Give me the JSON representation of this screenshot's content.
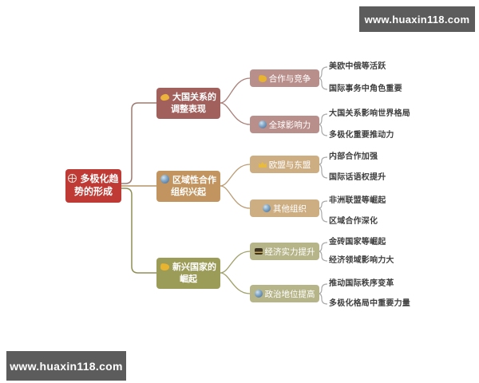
{
  "watermark": "www.huaxin118.com",
  "root": {
    "label": "多极化趋\n势的形成",
    "icon": "globe-grid",
    "color": "#bf3a34"
  },
  "connector_colors": {
    "branch1": "#9b7a70",
    "branch2": "#b59364",
    "branch3": "#8f8f55",
    "leaf_brace": "#a9a9a9"
  },
  "branches": [
    {
      "label": "大国关系的\n调整表现",
      "icon": "handshake",
      "color": "#a2605d",
      "children": [
        {
          "label": "合作与竞争",
          "icon": "muscle",
          "color": "#b98f8b",
          "leaves": [
            "美欧中俄等活跃",
            "国际事务中角色重要"
          ]
        },
        {
          "label": "全球影响力",
          "icon": "globe",
          "color": "#b98f8b",
          "leaves": [
            "大国关系影响世界格局",
            "多极化重要推动力"
          ]
        }
      ]
    },
    {
      "label": "区域性合作\n组织兴起",
      "icon": "globe",
      "color": "#c2945f",
      "children": [
        {
          "label": "欧盟与东盟",
          "icon": "crown",
          "color": "#cdae83",
          "leaves": [
            "内部合作加强",
            "国际话语权提升"
          ]
        },
        {
          "label": "其他组织",
          "icon": "globe",
          "color": "#cdae83",
          "leaves": [
            "非洲联盟等崛起",
            "区域合作深化"
          ]
        }
      ]
    },
    {
      "label": "新兴国家的\n崛起",
      "icon": "muscle",
      "color": "#9c9c59",
      "children": [
        {
          "label": "经济实力提升",
          "icon": "briefcase",
          "color": "#b6b489",
          "leaves": [
            "金砖国家等崛起",
            "经济领域影响力大"
          ]
        },
        {
          "label": "政治地位提高",
          "icon": "globe",
          "color": "#b6b489",
          "leaves": [
            "推动国际秩序变革",
            "多极化格局中重要力量"
          ]
        }
      ]
    }
  ]
}
